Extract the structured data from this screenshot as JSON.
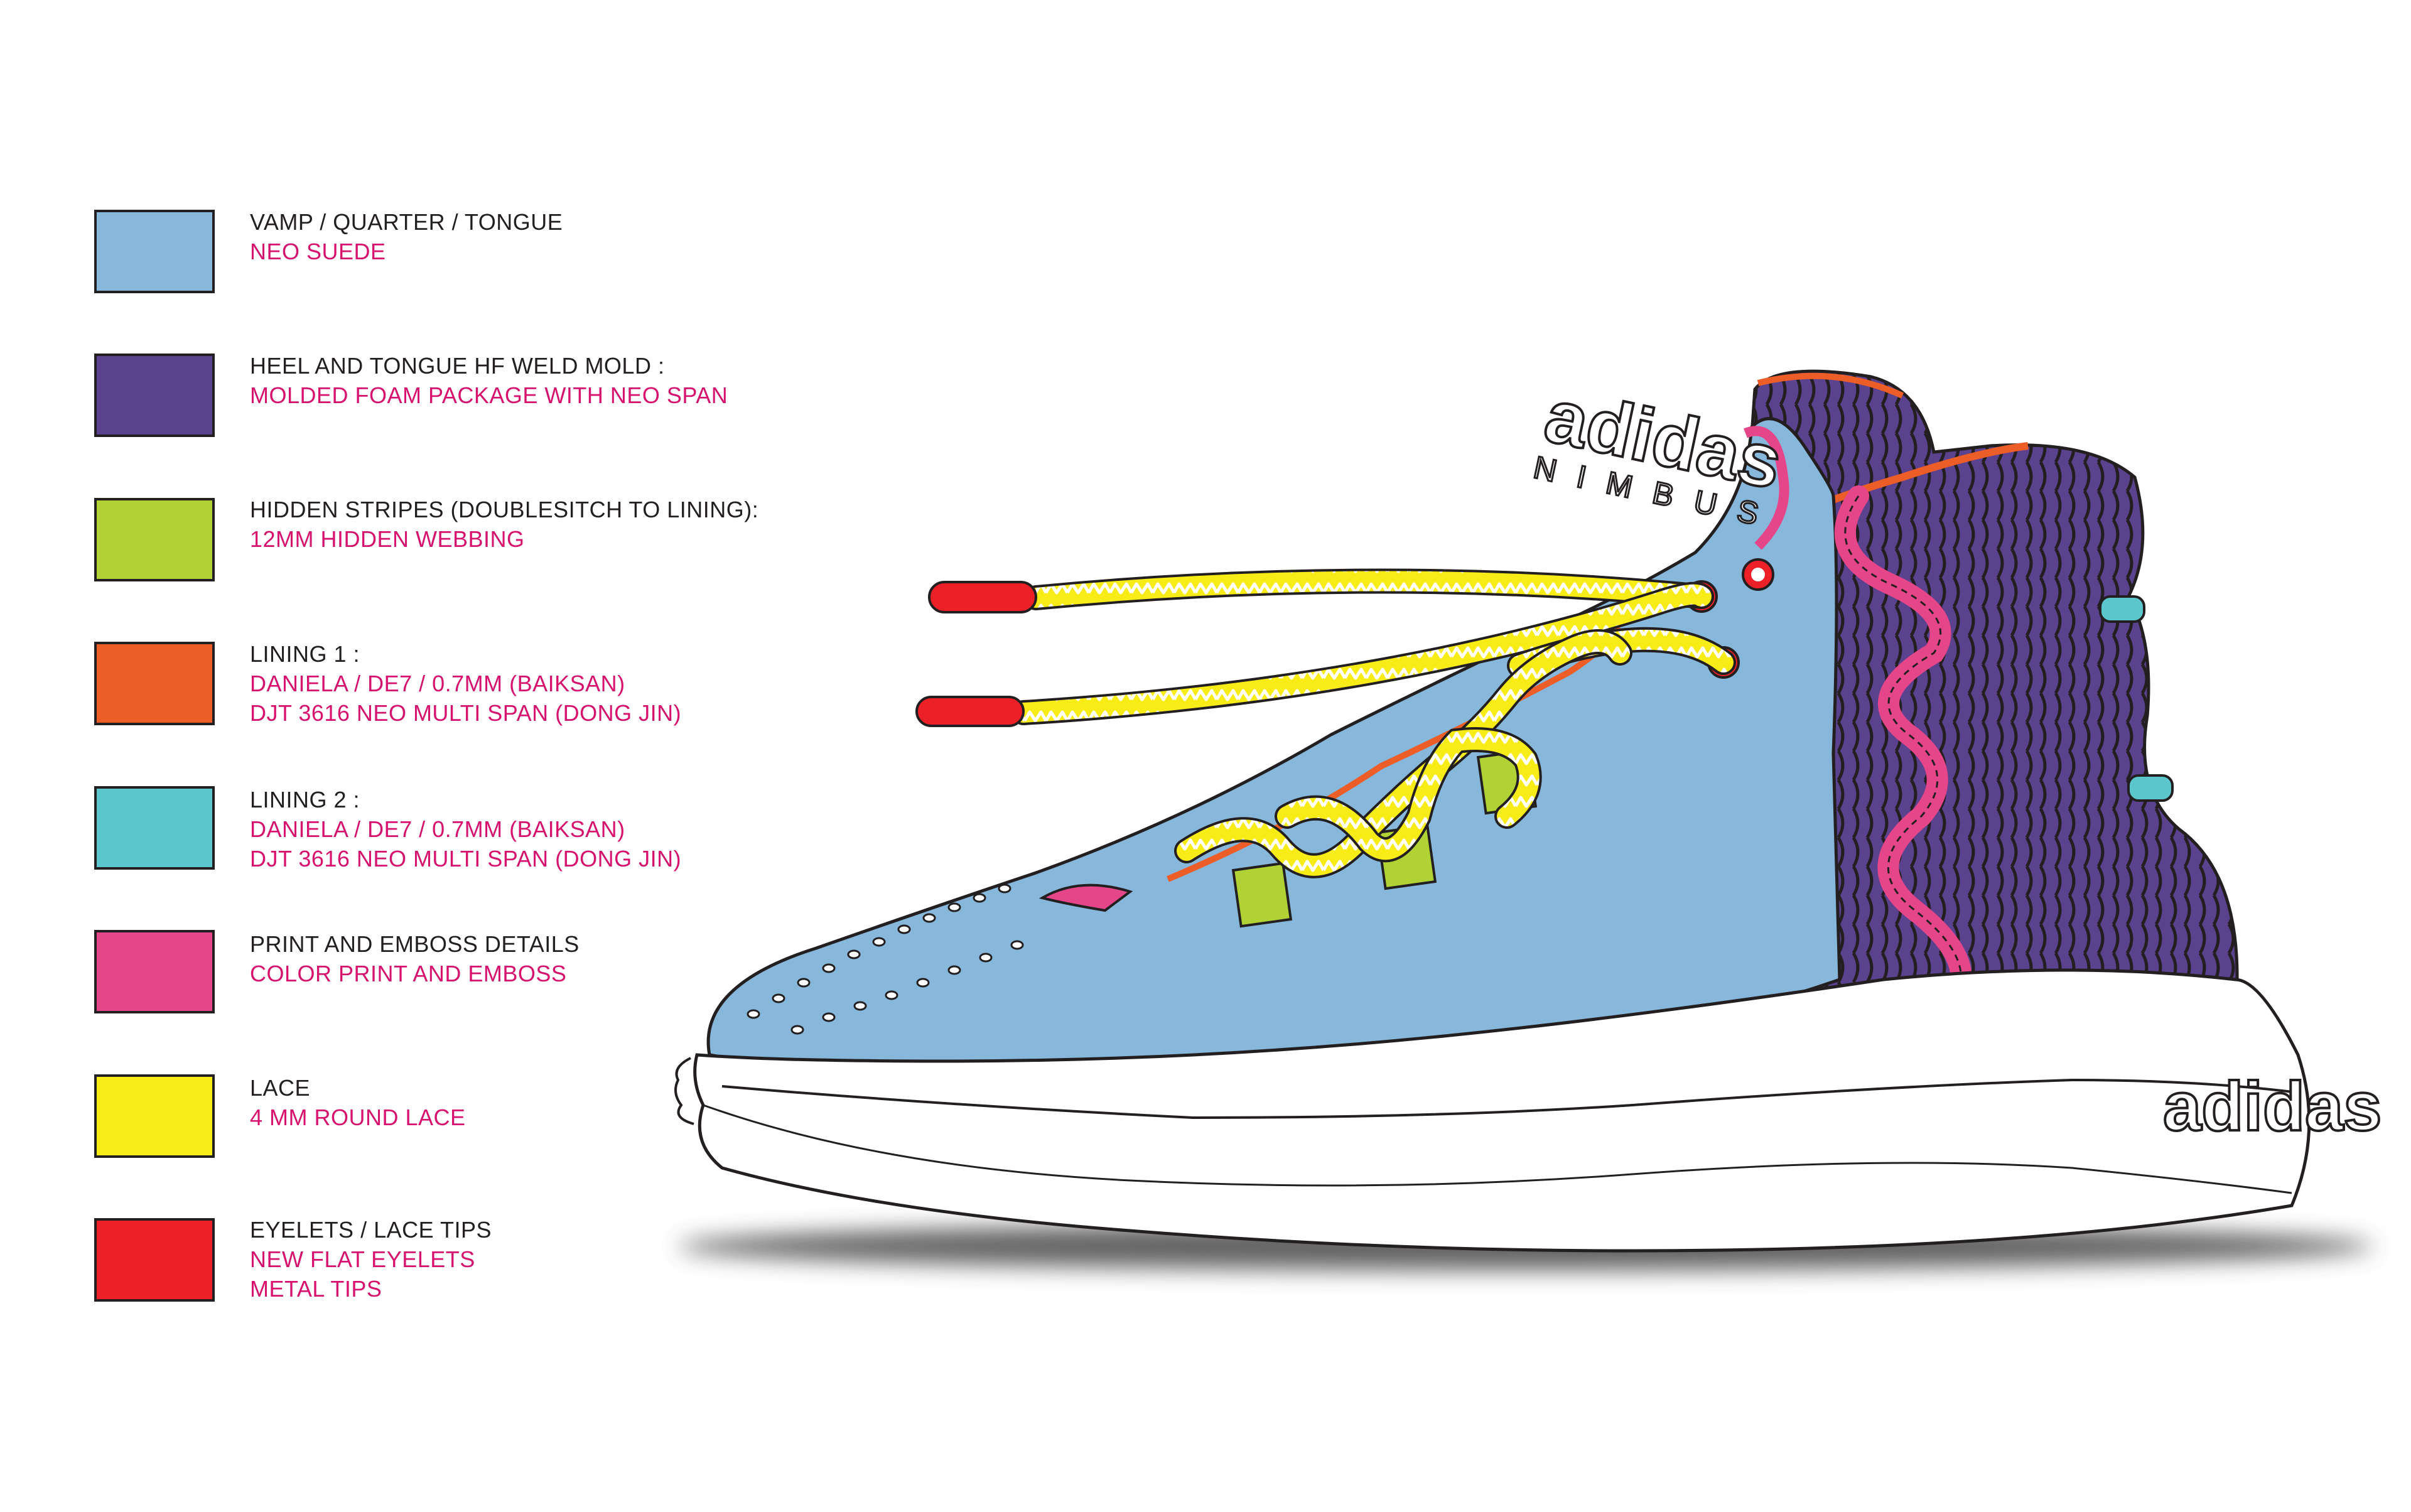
{
  "legend": [
    {
      "color": "#87b7da",
      "title": "VAMP / QUARTER / TONGUE",
      "details": [
        "NEO SUEDE"
      ]
    },
    {
      "color": "#5a428e",
      "title": "HEEL AND TONGUE HF WELD MOLD :",
      "details": [
        "MOLDED FOAM PACKAGE WITH NEO SPAN"
      ]
    },
    {
      "color": "#b1d234",
      "title": "HIDDEN STRIPES (DOUBLESITCH TO LINING):",
      "details": [
        "12MM HIDDEN WEBBING"
      ]
    },
    {
      "color": "#ec5d27",
      "title": "LINING 1 :",
      "details": [
        "DANIELA / DE7 / 0.7MM (BAIKSAN)",
        "DJT 3616 NEO MULTI SPAN  (DONG JIN)"
      ]
    },
    {
      "color": "#5bc7cc",
      "title": "LINING 2 :",
      "details": [
        "DANIELA / DE7 / 0.7MM (BAIKSAN)",
        "DJT 3616 NEO MULTI SPAN  (DONG JIN)"
      ]
    },
    {
      "color": "#e5468a",
      "title": "PRINT AND EMBOSS DETAILS",
      "details": [
        "COLOR PRINT AND EMBOSS"
      ]
    },
    {
      "color": "#f8ec17",
      "title": "LACE",
      "details": [
        "4 MM ROUND LACE"
      ]
    },
    {
      "color": "#ee2027",
      "title": "EYELETS / LACE TIPS",
      "details": [
        "NEW FLAT EYELETS",
        "METAL TIPS"
      ]
    }
  ],
  "shoe": {
    "tongue_logo": "adidas",
    "tongue_model": "NIMBUS",
    "heel_logo": "adidas"
  }
}
